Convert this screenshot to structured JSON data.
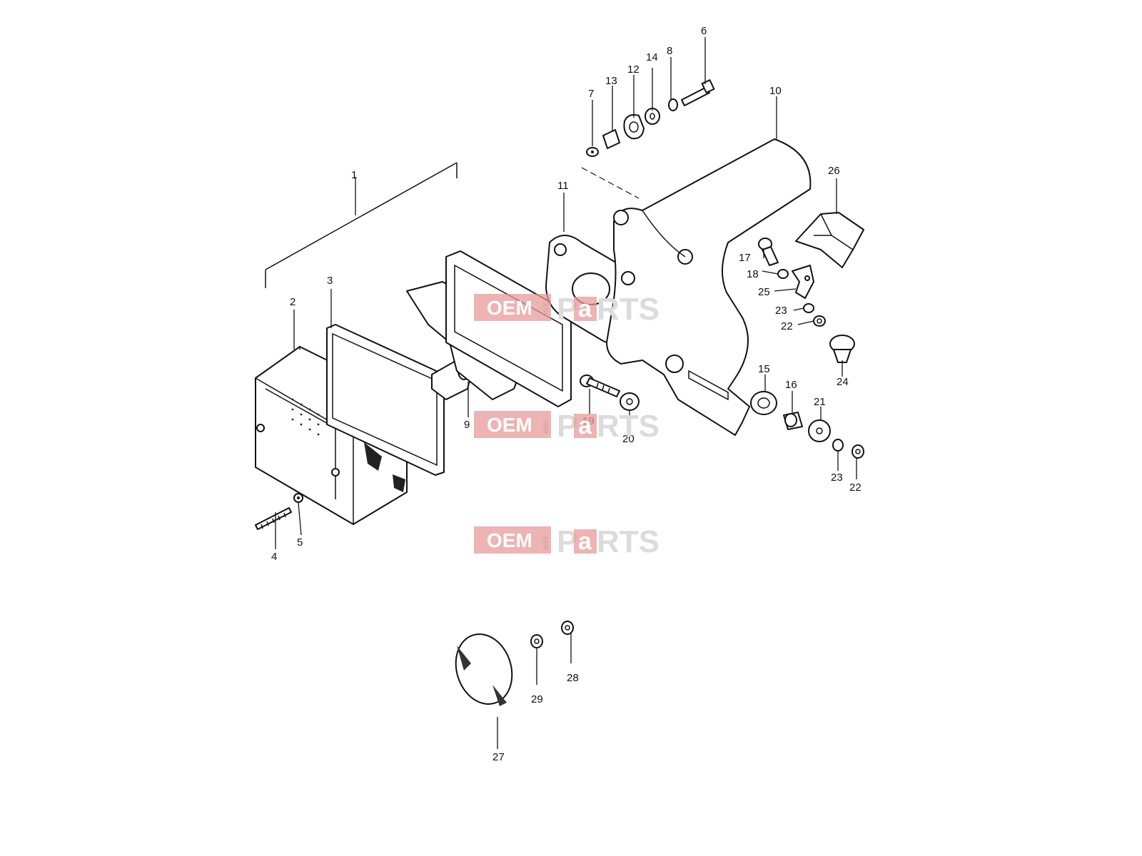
{
  "diagram": {
    "callouts": [
      {
        "id": "1",
        "label": "1"
      },
      {
        "id": "2",
        "label": "2"
      },
      {
        "id": "3",
        "label": "3"
      },
      {
        "id": "4",
        "label": "4"
      },
      {
        "id": "5",
        "label": "5"
      },
      {
        "id": "6",
        "label": "6"
      },
      {
        "id": "7",
        "label": "7"
      },
      {
        "id": "8",
        "label": "8"
      },
      {
        "id": "9",
        "label": "9"
      },
      {
        "id": "10",
        "label": "10"
      },
      {
        "id": "11",
        "label": "11"
      },
      {
        "id": "12",
        "label": "12"
      },
      {
        "id": "13",
        "label": "13"
      },
      {
        "id": "14",
        "label": "14"
      },
      {
        "id": "15",
        "label": "15"
      },
      {
        "id": "16",
        "label": "16"
      },
      {
        "id": "17",
        "label": "17"
      },
      {
        "id": "18",
        "label": "18"
      },
      {
        "id": "19",
        "label": "19"
      },
      {
        "id": "20",
        "label": "20"
      },
      {
        "id": "21",
        "label": "21"
      },
      {
        "id": "22a",
        "label": "22"
      },
      {
        "id": "22b",
        "label": "22"
      },
      {
        "id": "23a",
        "label": "23"
      },
      {
        "id": "23b",
        "label": "23"
      },
      {
        "id": "24",
        "label": "24"
      },
      {
        "id": "25",
        "label": "25"
      },
      {
        "id": "26",
        "label": "26"
      },
      {
        "id": "27",
        "label": "27"
      },
      {
        "id": "28",
        "label": "28"
      },
      {
        "id": "29",
        "label": "29"
      }
    ]
  },
  "watermark": {
    "oem": "OEM",
    "bike": "BIKE",
    "p": "P",
    "a": "a",
    "rest": "RTS"
  }
}
